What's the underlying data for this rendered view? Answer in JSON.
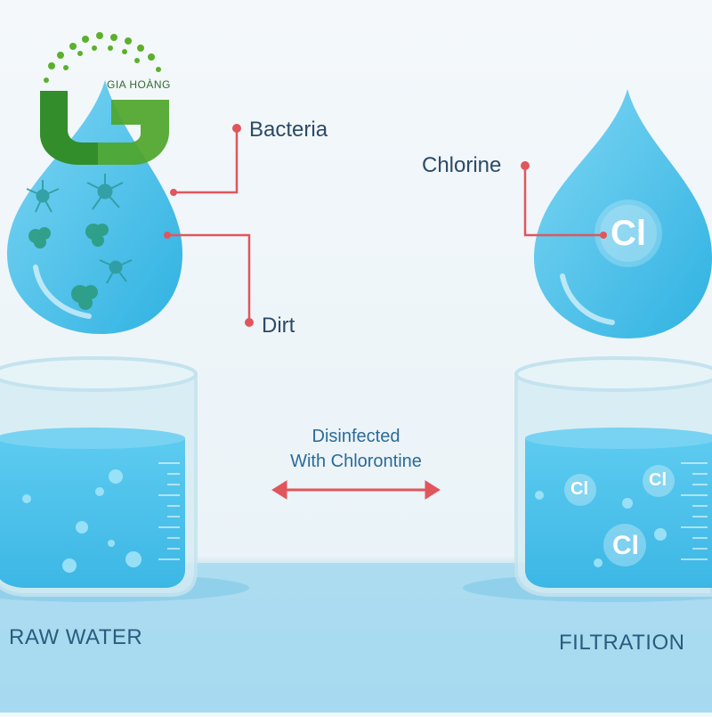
{
  "logo": {
    "brand": "GIA HOÀNG",
    "letter": "G"
  },
  "labels": {
    "bacteria": "Bacteria",
    "dirt": "Dirt",
    "chlorine": "Chlorine",
    "cl_symbol": "Cl",
    "middle_line1": "Disinfected",
    "middle_line2": "With Chlorontine",
    "raw_water": "RAW WATER",
    "filtration": "FILTRATION"
  },
  "colors": {
    "water": "#4fc3ea",
    "glass_rim": "#cfe8ef",
    "callout_line": "#e0565c",
    "logo_green": "#5bb02c",
    "logo_dark": "#2f8a2a",
    "text": "#2b4a66"
  }
}
